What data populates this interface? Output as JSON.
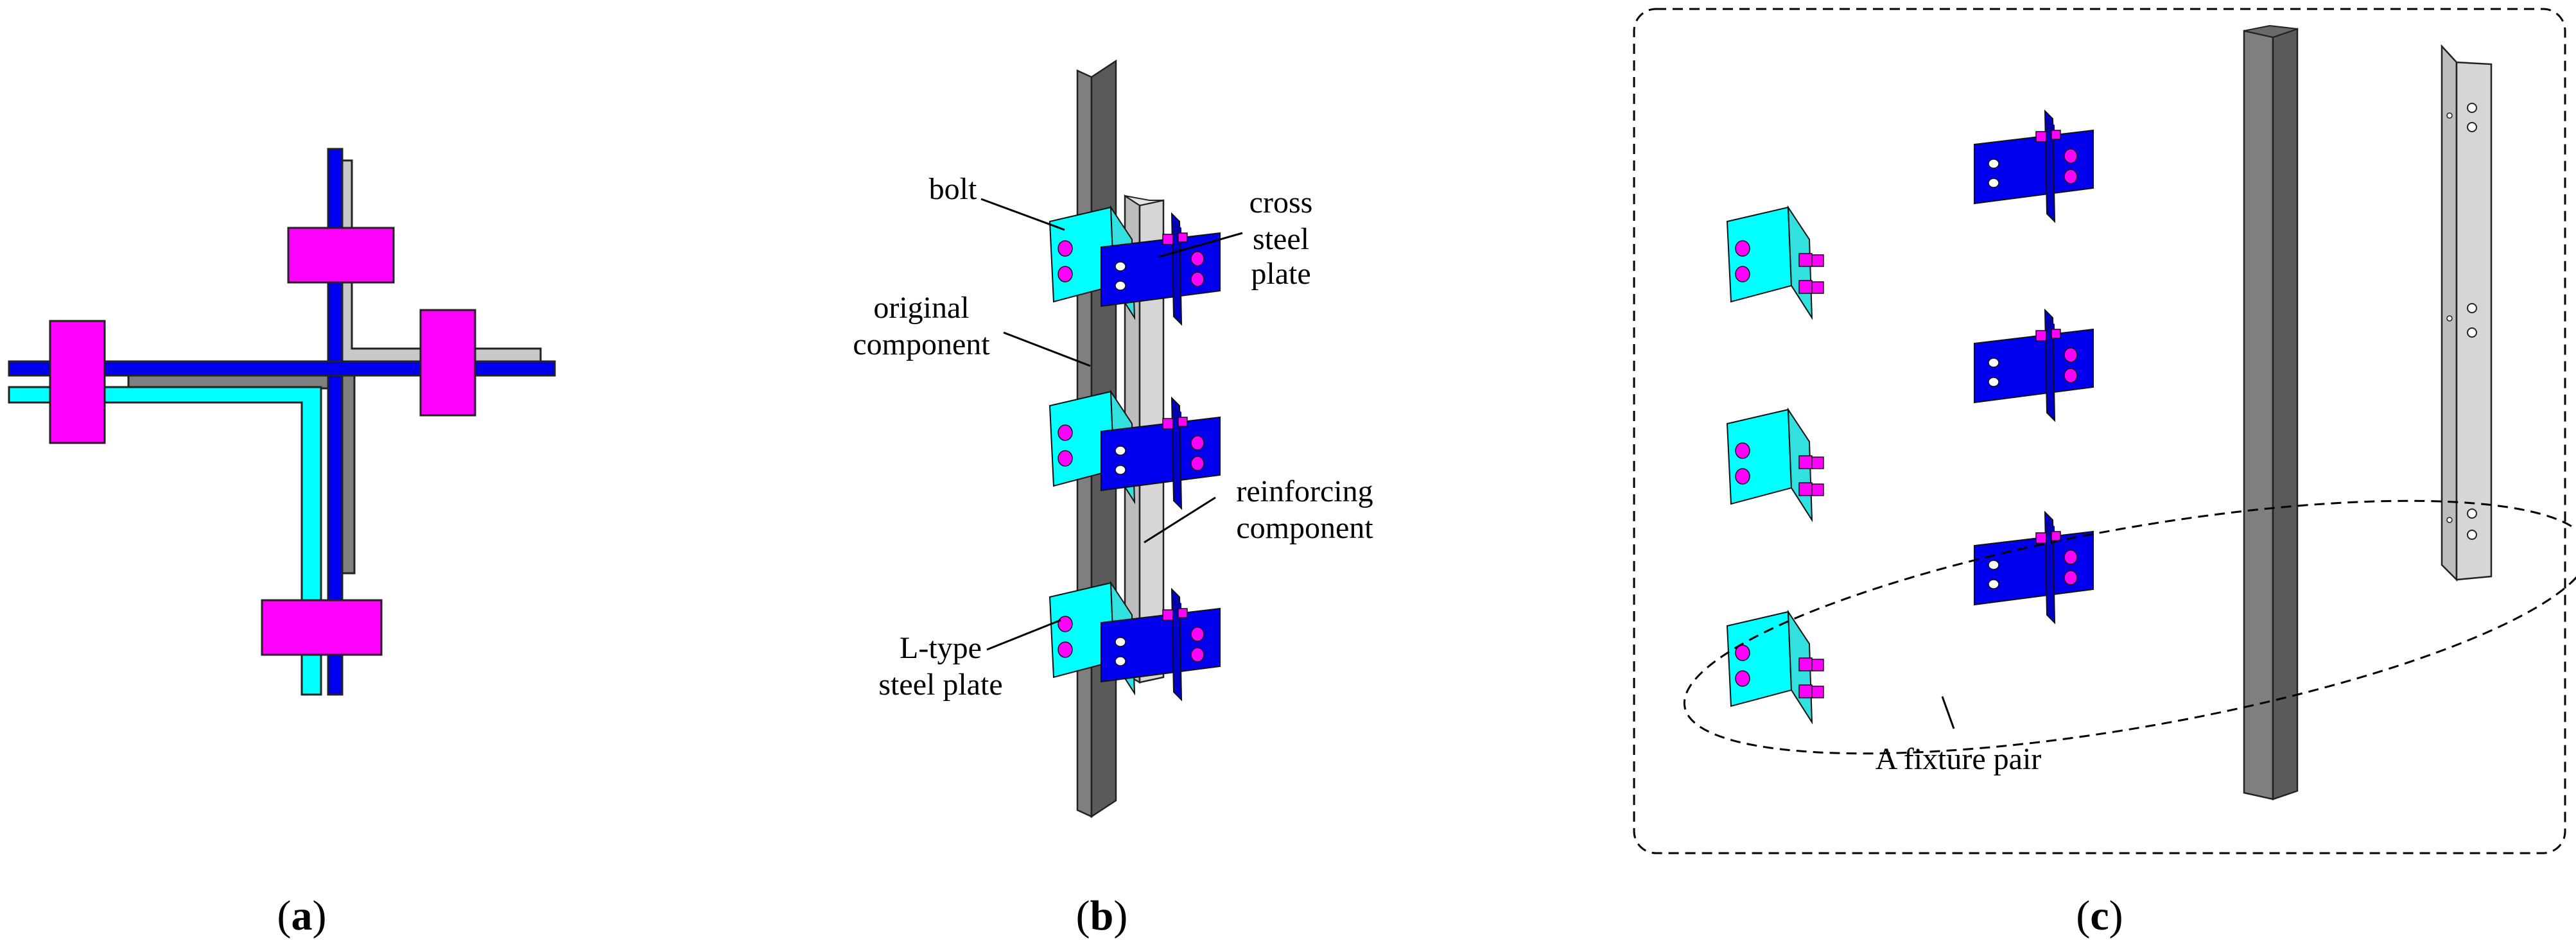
{
  "colors": {
    "cross_plate": "#0000EE",
    "l_plate": "#00FFFF",
    "bolt": "#FF00FF",
    "original_component": "#7F7F7F",
    "reinforcing_component": "#C8C8C8"
  },
  "panel_a": {
    "caption_open": "(",
    "caption_letter": "a",
    "caption_close": ")"
  },
  "panel_b": {
    "caption_open": "(",
    "caption_letter": "b",
    "caption_close": ")",
    "labels": {
      "bolt": "bolt",
      "cross_line1": "cross",
      "cross_line2": "steel",
      "cross_line3": "plate",
      "original_line1": "original",
      "original_line2": "component",
      "reinforcing_line1": "reinforcing",
      "reinforcing_line2": "component",
      "ltype_line1": "L-type",
      "ltype_line2": "steel plate"
    }
  },
  "panel_c": {
    "caption_open": "(",
    "caption_letter": "c",
    "caption_close": ")",
    "fixture_pair_label": "A fixture pair"
  }
}
